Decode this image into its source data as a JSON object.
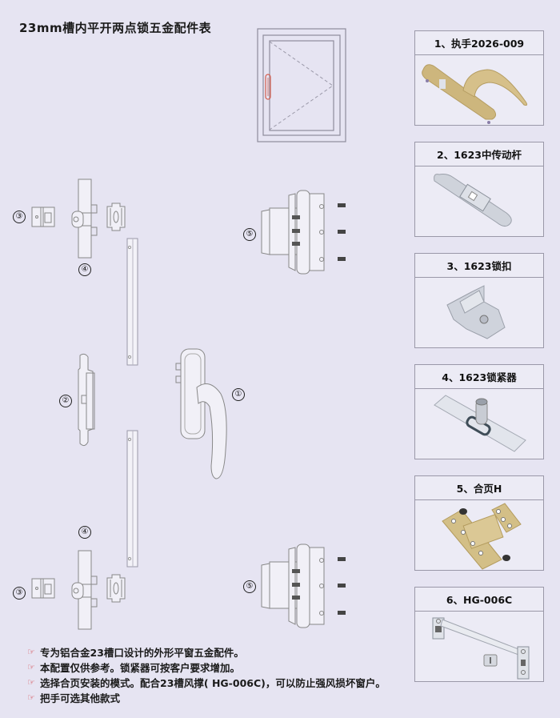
{
  "title": "23mm槽内平开两点锁五金配件表",
  "colors": {
    "background": "#e6e4f2",
    "line": "#8e8c9c",
    "handle_highlight": "#d35a4a",
    "gold_part": "#cdb67d",
    "silver_part": "#c9ccd4",
    "note_icon": "#d3454a"
  },
  "callouts": {
    "handle": "①",
    "transmission_rod": "②",
    "keeper_top": "③",
    "keeper_bottom": "③",
    "locking_block_top": "④",
    "locking_block_bottom": "④",
    "hinge_top": "⑤",
    "hinge_bottom": "⑤"
  },
  "parts": [
    {
      "label": "1、执手2026-009",
      "icon": "window-handle-icon"
    },
    {
      "label": "2、1623中传动杆",
      "icon": "transmission-rod-icon"
    },
    {
      "label": "3、1623锁扣",
      "icon": "lock-keeper-icon"
    },
    {
      "label": "4、1623锁紧器",
      "icon": "locking-block-icon"
    },
    {
      "label": "5、合页H",
      "icon": "hinge-icon"
    },
    {
      "label": "6、HG-006C",
      "icon": "friction-stay-icon"
    }
  ],
  "notes": [
    {
      "icon": "pointing-hand-icon",
      "text": "专为铝合金23槽口设计的外形平窗五金配件。"
    },
    {
      "icon": "pointing-hand-icon",
      "text": "本配置仅供参考。锁紧器可按客户要求增加。"
    },
    {
      "icon": "pointing-hand-icon",
      "text": "选择合页安装的模式。配合23槽风撑( HG-006C)，可以防止强风损坏窗户。"
    },
    {
      "icon": "pointing-hand-icon",
      "text": "把手可选其他款式"
    }
  ]
}
